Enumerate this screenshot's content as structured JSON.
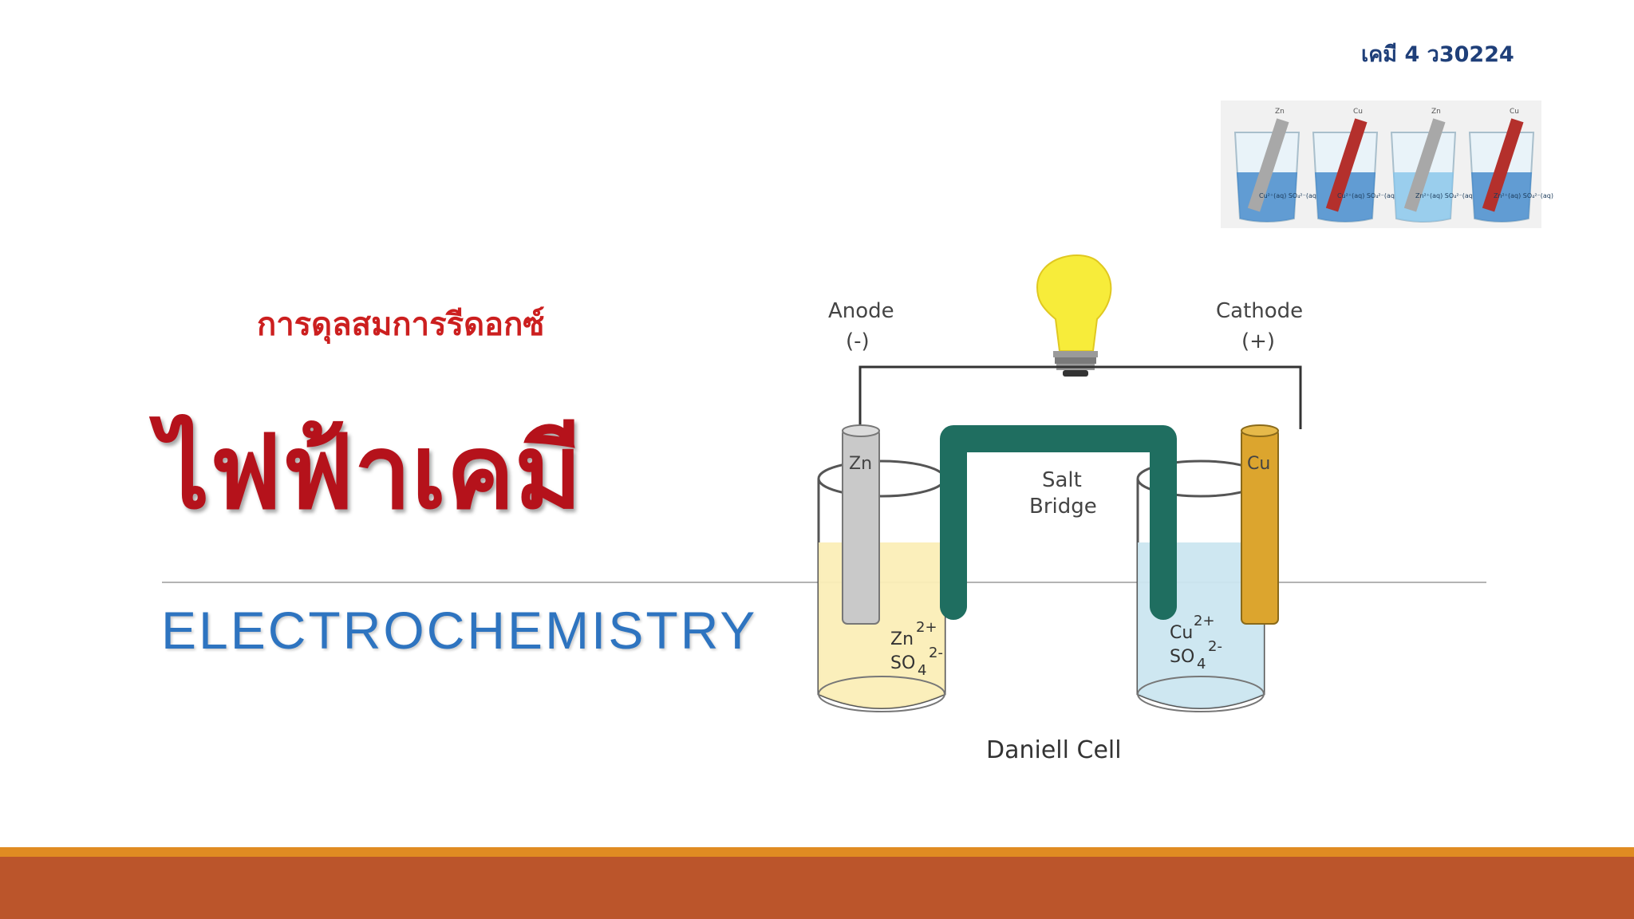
{
  "header": {
    "course_code": "เคมี 4 ว30224"
  },
  "slide": {
    "subtitle_th": "การดุลสมการรีดอกซ์",
    "title_th": "ไฟฟ้าเคมี",
    "title_en": "ELECTROCHEMISTRY"
  },
  "photo": {
    "beakers": [
      {
        "label": "Zn",
        "solution": "Cu²⁺(aq) SO₄²⁻(aq)"
      },
      {
        "label": "Cu",
        "solution": "Cu²⁺(aq) SO₄²⁻(aq)"
      },
      {
        "label": "Zn",
        "solution": "Zn²⁺(aq) SO₄²⁻(aq)"
      },
      {
        "label": "Cu",
        "solution": "Zn²⁺(aq) SO₄²⁻(aq)"
      }
    ]
  },
  "diagram": {
    "anode_label": "Anode",
    "anode_sign": "(-)",
    "cathode_label": "Cathode",
    "cathode_sign": "(+)",
    "zn_electrode": "Zn",
    "cu_electrode": "Cu",
    "salt_bridge_line1": "Salt",
    "salt_bridge_line2": "Bridge",
    "left_ion1": "Zn",
    "left_ion1_charge": "2+",
    "left_ion2": "SO",
    "left_ion2_sub": "4",
    "left_ion2_charge": "2-",
    "right_ion1": "Cu",
    "right_ion1_charge": "2+",
    "right_ion2": "SO",
    "right_ion2_sub": "4",
    "right_ion2_charge": "2-",
    "caption": "Daniell Cell"
  },
  "colors": {
    "title_red": "#b5121b",
    "subtitle_red": "#cc1f1f",
    "title_blue": "#2e74c0",
    "stripe_orange": "#e08b22",
    "stripe_rust": "#bb552b",
    "zinc_solution": "#fbeeb7",
    "copper_solution": "#cbe6f0",
    "salt_bridge": "#1f6e60"
  }
}
